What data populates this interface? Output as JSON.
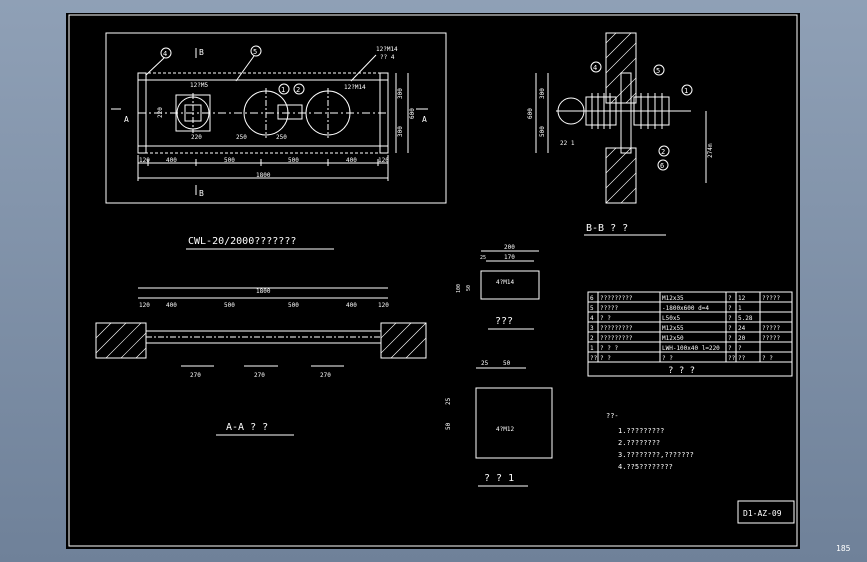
{
  "drawing": {
    "plan_title": "CWL-20/2000???????",
    "section_aa_title": "A-A ? ?",
    "section_bb_title": "B-B ? ?",
    "plate_title": "???",
    "plate1_title": "? ? 1",
    "section_a": "A",
    "section_b": "B",
    "part_ids": [
      "1",
      "2",
      "3",
      "4",
      "5",
      "6"
    ],
    "plan_dims": {
      "d220": "220",
      "d400": "400",
      "d500": "500",
      "d1800": "1800",
      "d250": "250",
      "d300": "300",
      "d600": "600",
      "d120": "120"
    },
    "plan_labels": {
      "hole_label": "12?M14",
      "hole_sub": "?? 4",
      "hole2": "12?M14",
      "hole3": "12?M5"
    },
    "aa_dims": [
      "270",
      "270",
      "270"
    ],
    "bb_dims": {
      "d600": "600",
      "d300": "300",
      "d500": "500",
      "d274": "274m",
      "d22": "22 1"
    },
    "plate_dims": {
      "d200": "200",
      "d170": "170",
      "d25": "25",
      "d100": "100",
      "d50": "50",
      "holes": "4?M14"
    },
    "plate1_dims": {
      "d25": "25",
      "d50": "50",
      "holes": "4?M12"
    },
    "notes_title": "??-",
    "notes": [
      "1.?????????",
      "2.????????",
      "3.????????,???????",
      "4.??5????????"
    ],
    "drawing_no": "D1-AZ-09",
    "page_no": "185"
  },
  "bom": {
    "rows": [
      {
        "no": "6",
        "name": "?????????",
        "spec": "M12x35",
        "qty": "?",
        "a": "12",
        "b": "?????"
      },
      {
        "no": "5",
        "name": "?????",
        "spec": "-1800x600  d=4",
        "qty": "?",
        "a": "1",
        "b": ""
      },
      {
        "no": "4",
        "name": "?   ?",
        "spec": "L50x5",
        "qty": "?",
        "a": "5.28",
        "b": ""
      },
      {
        "no": "3",
        "name": "?????????",
        "spec": "M12x55",
        "qty": "?",
        "a": "24",
        "b": "?????"
      },
      {
        "no": "2",
        "name": "?????????",
        "spec": "M12x50",
        "qty": "?",
        "a": "20",
        "b": "?????"
      },
      {
        "no": "1",
        "name": "? ? ?",
        "spec": "LWH-100x40  l=220",
        "qty": "?",
        "a": "?",
        "b": ""
      }
    ],
    "header": {
      "no": "??",
      "name": "?     ?",
      "spec": "?         ?",
      "qty": "??",
      "a": "??",
      "b": "? ?"
    },
    "title": "? ? ?"
  }
}
